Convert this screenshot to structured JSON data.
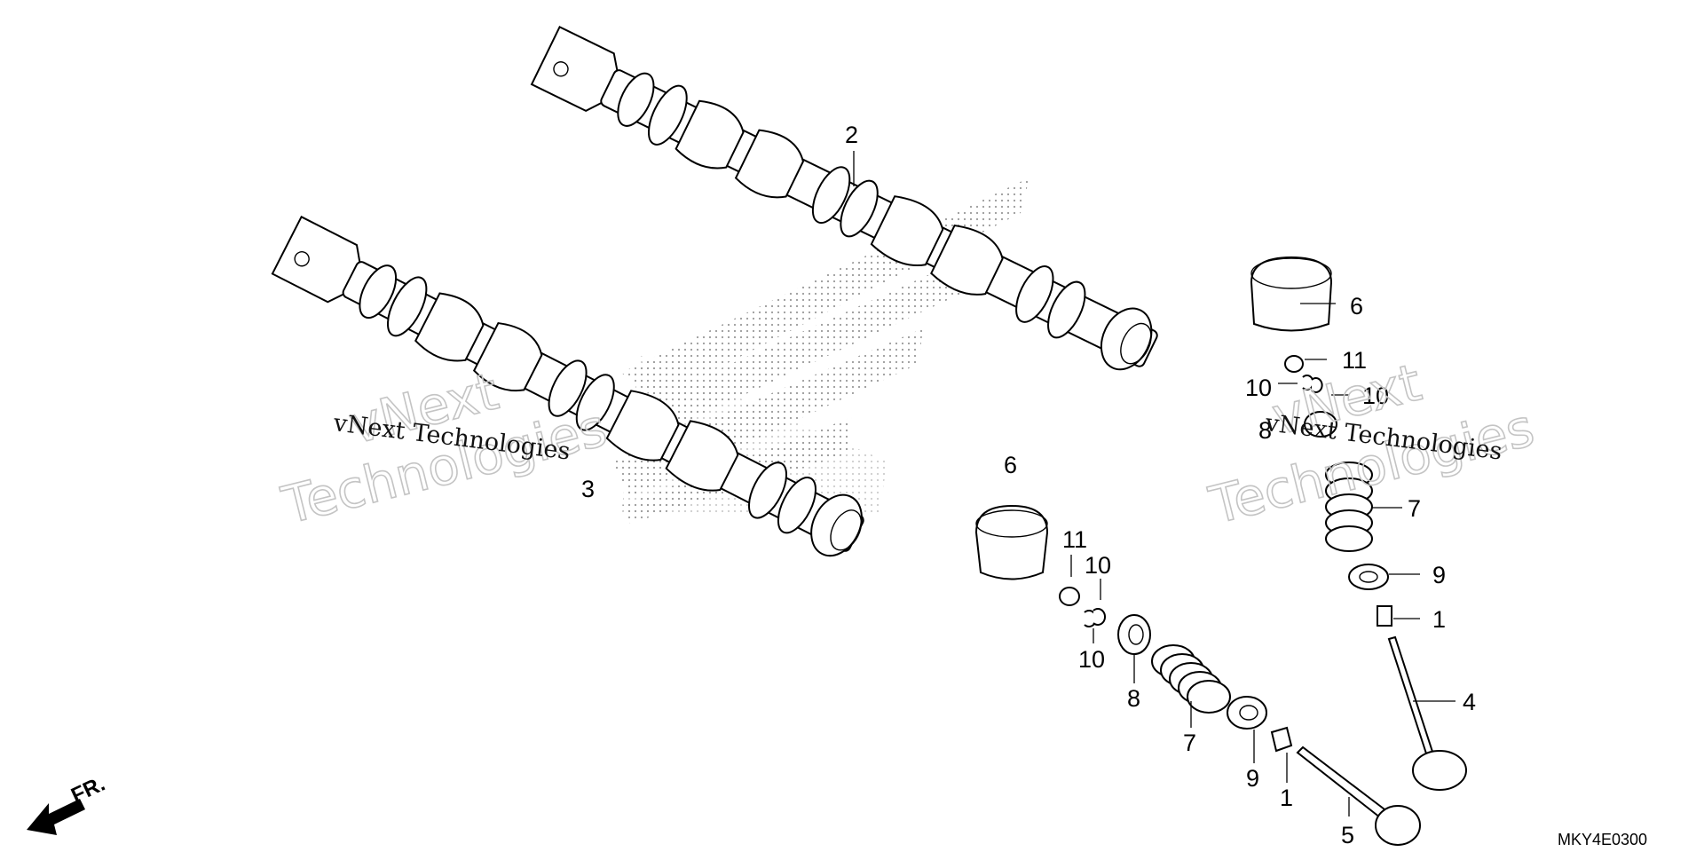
{
  "diagram_code": "MKY4E0300",
  "direction_marker": {
    "label": "FR.",
    "icon": "front-arrow-icon"
  },
  "watermarks": {
    "line1": "vNext",
    "line2": "Technologies",
    "caption": "vNext Technologies"
  },
  "callouts": {
    "c1a": "1",
    "c1b": "1",
    "c2": "2",
    "c3": "3",
    "c4": "4",
    "c5": "5",
    "c6a": "6",
    "c6b": "6",
    "c7a": "7",
    "c7b": "7",
    "c8a": "8",
    "c8b": "8",
    "c9a": "9",
    "c9b": "9",
    "c10a": "10",
    "c10b": "10",
    "c10c": "10",
    "c10d": "10",
    "c11a": "11",
    "c11b": "11"
  }
}
